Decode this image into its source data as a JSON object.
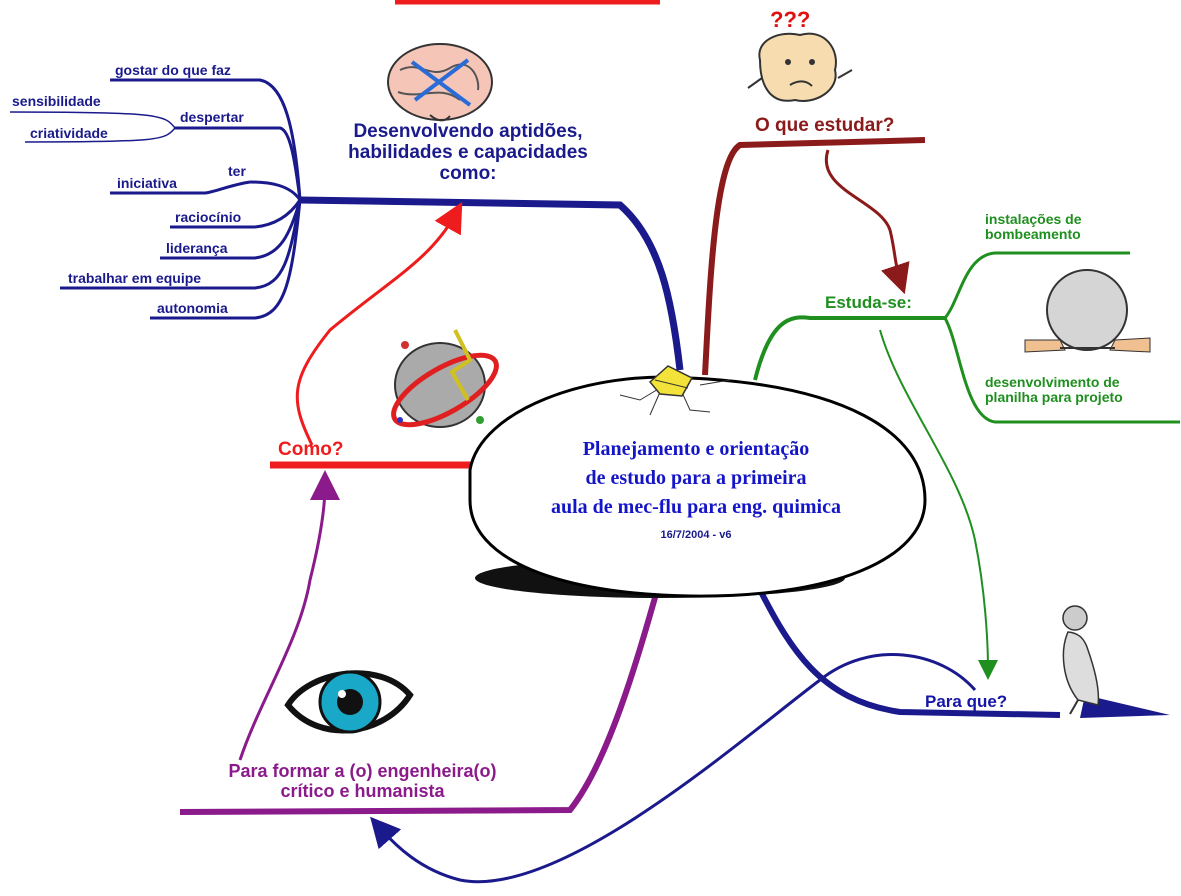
{
  "center": {
    "line1": "Planejamento e orientação",
    "line2": "de estudo para a primeira",
    "line3": "aula de mec-flu para eng. quimica",
    "date": "16/7/2004 - v6"
  },
  "desenvolvendo": {
    "line1": "Desenvolvendo aptidões,",
    "line2": "habilidades e capacidades",
    "line3": "como:",
    "branches": {
      "gostar": "gostar do que faz",
      "despertar": "despertar",
      "sensibilidade": "sensibilidade",
      "criatividade": "criatividade",
      "ter": "ter",
      "iniciativa": "iniciativa",
      "raciocinio": "raciocínio",
      "lideranca": "liderança",
      "trabalhar": "trabalhar em equipe",
      "autonomia": "autonomia"
    }
  },
  "o_que_estudar": "O que estudar?",
  "estuda_se": {
    "label": "Estuda-se:",
    "item1_line1": "instalações de",
    "item1_line2": "bombeamento",
    "item2_line1": "desenvolvimento de",
    "item2_line2": "planilha para projeto"
  },
  "como": "Como?",
  "para_que": "Para que?",
  "para_formar": {
    "line1": "Para formar a (o) engenheira(o)",
    "line2": "crítico e humanista"
  },
  "question_icon_text": "???",
  "colors": {
    "navy": "#1a1a8c",
    "maroon": "#8b1a1a",
    "green": "#1f8f1f",
    "red": "#ee1c1c",
    "purple": "#8b1a8b",
    "center_text": "#1515c8"
  }
}
